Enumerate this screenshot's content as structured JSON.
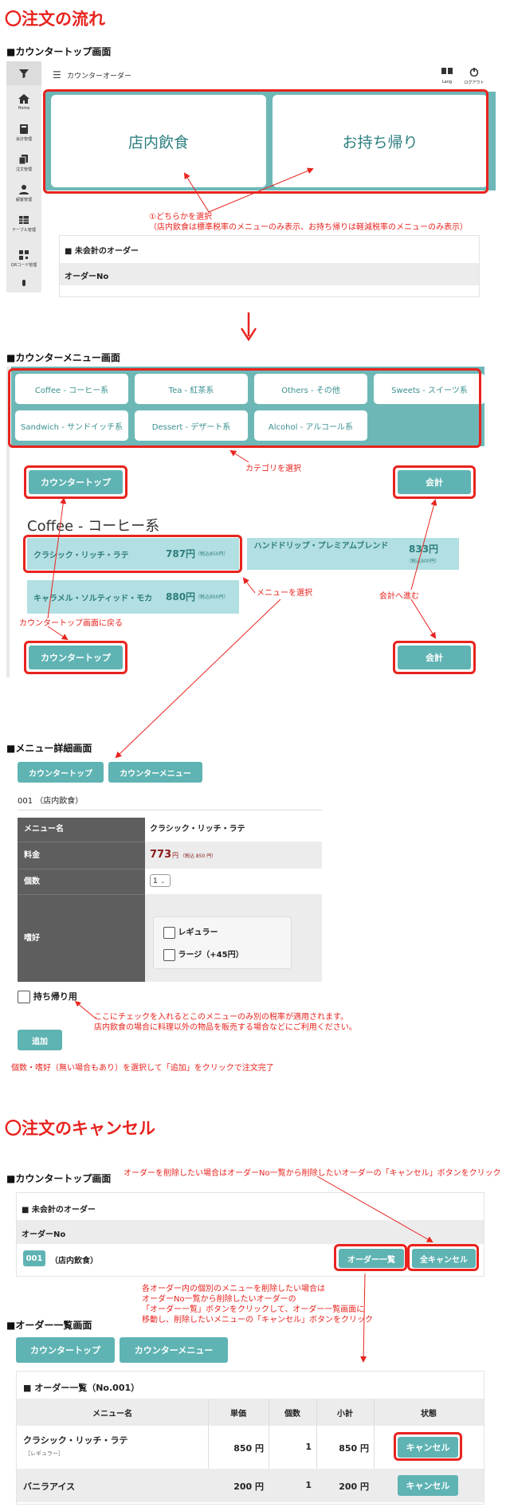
{
  "flow": {
    "title": "〇注文の流れ",
    "counter_top": {
      "heading": "■カウンタートップ画面",
      "header_title": "カウンターオーダー",
      "lang_label": "Lang",
      "logout_label": "ログアウト",
      "sidebar": [
        "Home",
        "会計管理",
        "注文管理",
        "顧客管理",
        "テーブル管理",
        "QRコード管理",
        "音声"
      ],
      "dine_in": "店内飲食",
      "takeout": "お持ち帰り",
      "note_line1": "①どちらかを選択",
      "note_line2": "（店内飲食は標準税率のメニューのみ表示、お持ち帰りは軽減税率のメニューのみ表示）",
      "unpaid_heading": "■ 未会計のオーダー",
      "order_no_label": "オーダーNo"
    },
    "counter_menu": {
      "heading": "■カウンターメニュー画面",
      "categories": [
        "Coffee - コーヒー系",
        "Tea - 紅茶系",
        "Others - その他",
        "Sweets - スイーツ系",
        "Sandwich - サンドイッチ系",
        "Dessert - デザート系",
        "Alcohol - アルコール系"
      ],
      "category_note": "カテゴリを選択",
      "counter_top_btn": "カウンタートップ",
      "checkout_btn": "会計",
      "section_title": "Coffee - コーヒー系",
      "items": [
        {
          "name": "クラシック・リッチ・ラテ",
          "price": "787円",
          "tax": "（税込850円）"
        },
        {
          "name": "ハンドドリップ・プレミアムブレンド",
          "price": "833円",
          "tax": "（税込900円）"
        },
        {
          "name": "キャラメル・ソルティッド・モカ",
          "price": "880円",
          "tax": "（税込950円）"
        }
      ],
      "menu_note": "メニューを選択",
      "back_note": "カウンタートップ画面に戻る",
      "checkout_note": "会計へ進む"
    },
    "menu_detail": {
      "heading": "■メニュー詳細画面",
      "counter_top_btn": "カウンタートップ",
      "counter_menu_btn": "カウンターメニュー",
      "order_label": "001 （店内飲食）",
      "rows": {
        "name_label": "メニュー名",
        "name_value": "クラシック・リッチ・ラテ",
        "price_label": "料金",
        "price_value": "773",
        "price_unit": "円",
        "price_tax": "（税込 850 円）",
        "qty_label": "個数",
        "qty_value": "1",
        "pref_label": "嗜好",
        "pref_options": [
          "レギュラー",
          "ラージ（+45円）"
        ]
      },
      "takeout_label": "持ち帰り用",
      "takeout_note1": "ここにチェックを入れるとこのメニューのみ別の税率が適用されます。",
      "takeout_note2": "店内飲食の場合に料理以外の物品を販売する場合などにご利用ください。",
      "add_btn": "追加",
      "complete_note": "個数・嗜好（無い場合もあり）を選択して「追加」をクリックで注文完了"
    }
  },
  "cancel": {
    "title": "〇注文のキャンセル",
    "counter_top": {
      "heading": "■カウンタートップ画面",
      "top_note": "オーダーを削除したい場合はオーダーNo一覧から削除したいオーダーの「キャンセル」ボタンをクリック",
      "unpaid_heading": "■ 未会計のオーダー",
      "order_no_label": "オーダーNo",
      "order_no": "001",
      "order_type": "（店内飲食）",
      "order_list_btn": "オーダー一覧",
      "cancel_all_btn": "全キャンセル",
      "mid_note": [
        "各オーダー内の個別のメニューを削除したい場合は",
        "オーダーNo一覧から削除したいオーダーの",
        "「オーダー一覧」ボタンをクリックして、オーダー一覧画面に",
        "移動し、削除したいメニューの「キャンセル」ボタンをクリック"
      ]
    },
    "order_list": {
      "heading": "■オーダー一覧画面",
      "counter_top_btn": "カウンタートップ",
      "counter_menu_btn": "カウンターメニュー",
      "list_title": "■ オーダー一覧（No.001）",
      "columns": [
        "メニュー名",
        "単価",
        "個数",
        "小計",
        "状態"
      ],
      "rows": [
        {
          "name": "クラシック・リッチ・ラテ",
          "sub": "［レギュラー］",
          "price": "850 円",
          "qty": "1",
          "subtotal": "850 円",
          "action": "キャンセル"
        },
        {
          "name": "バニラアイス",
          "sub": "",
          "price": "200 円",
          "qty": "1",
          "subtotal": "200 円",
          "action": "キャンセル"
        }
      ]
    }
  },
  "colors": {
    "accent": "#5fb3b3",
    "red": "#e8231e",
    "light_teal": "#b2dfe2",
    "dark_label": "#5e5e5e"
  }
}
